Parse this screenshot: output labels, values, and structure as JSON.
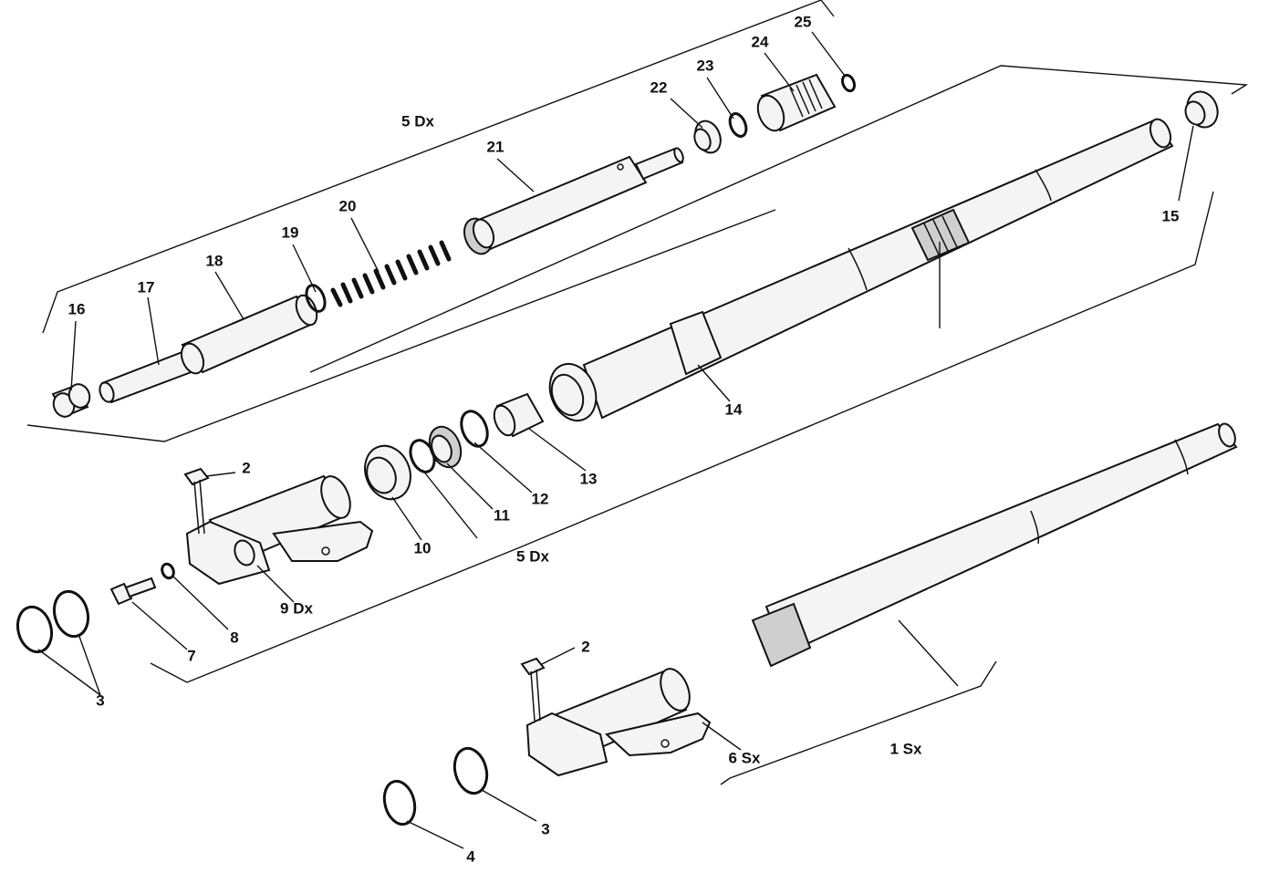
{
  "callouts": {
    "p1sx": "1 Sx",
    "p2a": "2",
    "p2b": "2",
    "p3a": "3",
    "p3b": "3",
    "p4": "4",
    "p5dx_top": "5 Dx",
    "p5dx_mid": "5 Dx",
    "p6sx": "6 Sx",
    "p7": "7",
    "p8": "8",
    "p9dx": "9 Dx",
    "p10": "10",
    "p11": "11",
    "p12": "12",
    "p13": "13",
    "p14": "14",
    "p15": "15",
    "p16": "16",
    "p17": "17",
    "p18": "18",
    "p19": "19",
    "p20": "20",
    "p21": "21",
    "p22": "22",
    "p23": "23",
    "p24": "24",
    "p25": "25"
  },
  "colors": {
    "line": "#111111",
    "paper": "#ffffff"
  }
}
